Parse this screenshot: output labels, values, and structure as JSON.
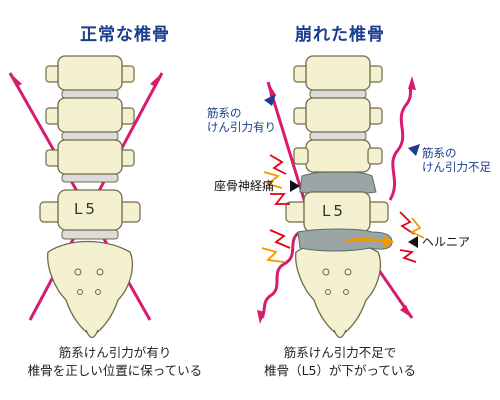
{
  "left": {
    "title": "正常な椎骨",
    "vertebra_label": "L5",
    "caption_line1": "筋系けん引力が有り",
    "caption_line2": "椎骨を正しい位置に保っている"
  },
  "right": {
    "title": "崩れた椎骨",
    "vertebra_label": "L5",
    "label_tension_present_line1": "筋系の",
    "label_tension_present_line2": "けん引力有り",
    "label_tension_lacking_line1": "筋系の",
    "label_tension_lacking_line2": "けん引力不足",
    "label_sciatica": "座骨神経痛",
    "label_hernia": "ヘルニア",
    "caption_line1": "筋系けん引力不足で",
    "caption_line2": "椎骨（L5）が下がっている"
  },
  "colors": {
    "arrow": "#d81b6d",
    "bone_fill": "#f3f1cf",
    "bone_stroke": "#6f6a4a",
    "disc_fill": "#dcdcdc",
    "collapsed_disc": "#9aa6a6",
    "hernia_orange": "#f39800",
    "pain_red": "#e60012",
    "pain_orange": "#f39800",
    "title_blue": "#1b3d8f"
  }
}
